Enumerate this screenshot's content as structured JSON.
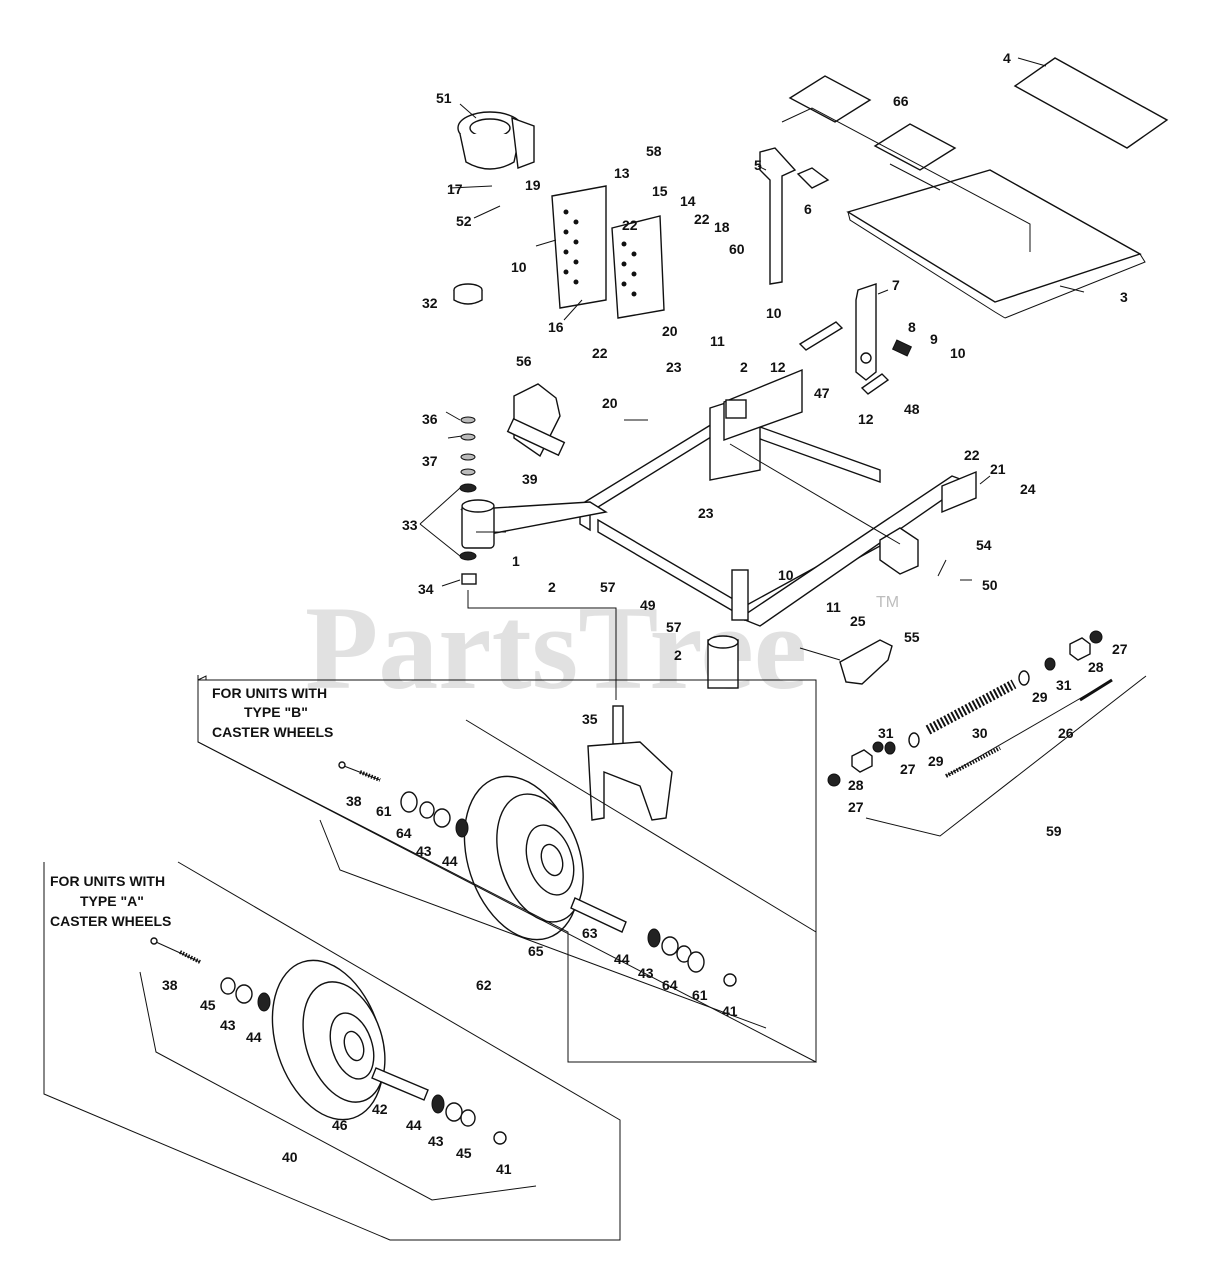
{
  "watermark": {
    "text": "PartsTree",
    "trademark": "TM"
  },
  "callouts": [
    {
      "id": "c4",
      "text": "4"
    },
    {
      "id": "c66",
      "text": "66"
    },
    {
      "id": "c51",
      "text": "51"
    },
    {
      "id": "c58",
      "text": "58"
    },
    {
      "id": "c13",
      "text": "13"
    },
    {
      "id": "c19",
      "text": "19"
    },
    {
      "id": "c15",
      "text": "15"
    },
    {
      "id": "c5",
      "text": "5"
    },
    {
      "id": "c17",
      "text": "17"
    },
    {
      "id": "c14",
      "text": "14"
    },
    {
      "id": "c22a",
      "text": "22"
    },
    {
      "id": "c18",
      "text": "18"
    },
    {
      "id": "c22b",
      "text": "22"
    },
    {
      "id": "c6",
      "text": "6"
    },
    {
      "id": "c52",
      "text": "52"
    },
    {
      "id": "c60",
      "text": "60"
    },
    {
      "id": "c10a",
      "text": "10"
    },
    {
      "id": "c3",
      "text": "3"
    },
    {
      "id": "c7",
      "text": "7"
    },
    {
      "id": "c16",
      "text": "16"
    },
    {
      "id": "c20a",
      "text": "20"
    },
    {
      "id": "c10b",
      "text": "10"
    },
    {
      "id": "c8",
      "text": "8"
    },
    {
      "id": "c9",
      "text": "9"
    },
    {
      "id": "c10c",
      "text": "10"
    },
    {
      "id": "c22c",
      "text": "22"
    },
    {
      "id": "c11a",
      "text": "11"
    },
    {
      "id": "c12a",
      "text": "12"
    },
    {
      "id": "c47",
      "text": "47"
    },
    {
      "id": "c56",
      "text": "56"
    },
    {
      "id": "c23a",
      "text": "23"
    },
    {
      "id": "c2a",
      "text": "2"
    },
    {
      "id": "c32",
      "text": "32"
    },
    {
      "id": "c12b",
      "text": "12"
    },
    {
      "id": "c48",
      "text": "48"
    },
    {
      "id": "c20b",
      "text": "20"
    },
    {
      "id": "c36",
      "text": "36"
    },
    {
      "id": "c37",
      "text": "37"
    },
    {
      "id": "c22d",
      "text": "22"
    },
    {
      "id": "c21",
      "text": "21"
    },
    {
      "id": "c24",
      "text": "24"
    },
    {
      "id": "c39",
      "text": "39"
    },
    {
      "id": "c33",
      "text": "33"
    },
    {
      "id": "c23b",
      "text": "23"
    },
    {
      "id": "c1",
      "text": "1"
    },
    {
      "id": "c54",
      "text": "54"
    },
    {
      "id": "c2b",
      "text": "2"
    },
    {
      "id": "c10d",
      "text": "10"
    },
    {
      "id": "c50",
      "text": "50"
    },
    {
      "id": "c34",
      "text": "34"
    },
    {
      "id": "c57a",
      "text": "57"
    },
    {
      "id": "c49",
      "text": "49"
    },
    {
      "id": "c11b",
      "text": "11"
    },
    {
      "id": "c57b",
      "text": "57"
    },
    {
      "id": "c25",
      "text": "25"
    },
    {
      "id": "c55",
      "text": "55"
    },
    {
      "id": "c2c",
      "text": "2"
    },
    {
      "id": "c27a",
      "text": "27"
    },
    {
      "id": "c28a",
      "text": "28"
    },
    {
      "id": "c29a",
      "text": "29"
    },
    {
      "id": "c31a",
      "text": "31"
    },
    {
      "id": "c35",
      "text": "35"
    },
    {
      "id": "c30",
      "text": "30"
    },
    {
      "id": "c26",
      "text": "26"
    },
    {
      "id": "c31b",
      "text": "31"
    },
    {
      "id": "c29b",
      "text": "29"
    },
    {
      "id": "c27b",
      "text": "27"
    },
    {
      "id": "c28b",
      "text": "28"
    },
    {
      "id": "c27c",
      "text": "27"
    },
    {
      "id": "c59",
      "text": "59"
    },
    {
      "id": "c38a",
      "text": "38"
    },
    {
      "id": "c61a",
      "text": "61"
    },
    {
      "id": "c64a",
      "text": "64"
    },
    {
      "id": "c43a",
      "text": "43"
    },
    {
      "id": "c44a",
      "text": "44"
    },
    {
      "id": "c63",
      "text": "63"
    },
    {
      "id": "c65",
      "text": "65"
    },
    {
      "id": "c44b",
      "text": "44"
    },
    {
      "id": "c43b",
      "text": "43"
    },
    {
      "id": "c64b",
      "text": "64"
    },
    {
      "id": "c61b",
      "text": "61"
    },
    {
      "id": "c62",
      "text": "62"
    },
    {
      "id": "c41a",
      "text": "41"
    },
    {
      "id": "c38b",
      "text": "38"
    },
    {
      "id": "c45a",
      "text": "45"
    },
    {
      "id": "c43c",
      "text": "43"
    },
    {
      "id": "c44c",
      "text": "44"
    },
    {
      "id": "c42",
      "text": "42"
    },
    {
      "id": "c46",
      "text": "46"
    },
    {
      "id": "c44d",
      "text": "44"
    },
    {
      "id": "c43d",
      "text": "43"
    },
    {
      "id": "c45b",
      "text": "45"
    },
    {
      "id": "c41b",
      "text": "41"
    },
    {
      "id": "c40",
      "text": "40"
    }
  ],
  "box_b": {
    "line1": "FOR UNITS WITH",
    "line2": "TYPE \"B\"",
    "line3": "CASTER WHEELS"
  },
  "box_a": {
    "line1": "FOR UNITS WITH",
    "line2": "TYPE \"A\"",
    "line3": "CASTER WHEELS"
  }
}
